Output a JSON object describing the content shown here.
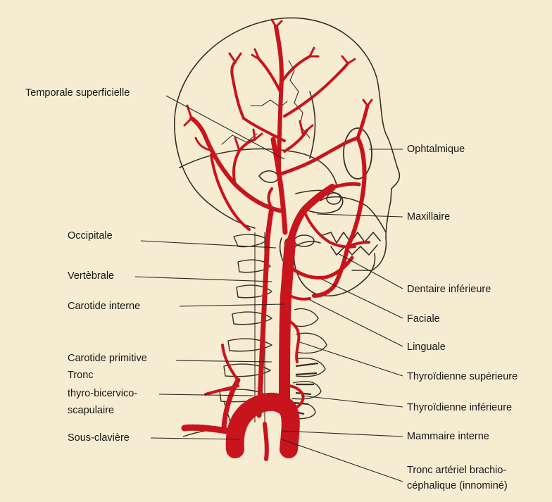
{
  "labels": {
    "left": {
      "temporale": "Temporale superficielle",
      "occipitale": "Occipitale",
      "vertebrale": "Vertèbrale",
      "carotide_interne": "Carotide interne",
      "carotide_primitive": "Carotide primitive",
      "tronc_1": "Tronc",
      "tronc_2": "thyro-bicervico-",
      "tronc_3": "scapulaire",
      "sous_claviere": "Sous-clavière"
    },
    "right": {
      "ophtalmique": "Ophtalmique",
      "maxillaire": "Maxillaire",
      "dentaire": "Dentaire inférieure",
      "faciale": "Faciale",
      "linguale": "Linguale",
      "thyroid_sup": "Thyroïdienne supérieure",
      "thyroid_inf": "Thyroïdienne inférieure",
      "mammaire": "Mammaire interne",
      "brachio_1": "Tronc artériel brachio-",
      "brachio_2": "céphalique (innominé)"
    }
  },
  "colors": {
    "background": "#f6ecd2",
    "artery": "#c8141c",
    "outline": "#3a2e26",
    "leader": "#2a2420"
  }
}
